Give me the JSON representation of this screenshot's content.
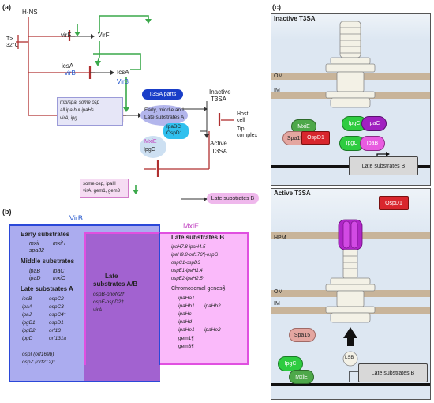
{
  "panel_a": {
    "label": "(a)",
    "hns": "H-NS",
    "temp": "T>\n32°C",
    "virF_gene": "virF",
    "virF_protein": "VirF",
    "icsA_gene": "icsA",
    "virB_gene": "virB",
    "icsA_protein": "IcsA",
    "virB_protein": "VirB",
    "genes_box": [
      "mxi/spa, some osp",
      "all ipa but ipaHs",
      "virA, ipg"
    ],
    "t3sa_parts": "T3SA parts",
    "inactive_t3sa": [
      "Inactive",
      "T3SA"
    ],
    "host_cell": [
      "Host",
      "cell"
    ],
    "tip_complex": [
      "Tip",
      "complex"
    ],
    "substrates_a": [
      "Early, middle and",
      "Late substrates A"
    ],
    "ipab_ospd1": [
      "IpaBC",
      "OspD1"
    ],
    "mxie": "MxiE",
    "ipgc": "IpgC",
    "active_t3sa": [
      "Active",
      "T3SA"
    ],
    "osp_box": [
      "some osp, ipaH",
      "virA, gem1, gem3"
    ],
    "late_b": "Late substrates B"
  },
  "panel_b": {
    "label": "(b)",
    "virb_header": "VirB",
    "mxie_header": "MxiE",
    "early_title": "Early substrates",
    "early_items": [
      "mxiI",
      "mxiH",
      "spa32"
    ],
    "middle_title": "Middle substrates",
    "middle_items": [
      "ipaB",
      "ipaC",
      "ipaD",
      "mxiC"
    ],
    "late_a_title": "Late substrates A",
    "late_a_items": [
      "icsB",
      "ospC2",
      "ipaA",
      "ospC3",
      "ipaJ",
      "ospC4*",
      "ipgB1",
      "ospD1",
      "ipgB2",
      "orf13",
      "ipgD",
      "orf131a"
    ],
    "late_a_extra": [
      "ospI (orf169b)",
      "ospZ (orf212)*"
    ],
    "late_ab_title": [
      "Late",
      "substrates A/B"
    ],
    "late_ab_items": [
      "ospB-phoN2†",
      "ospF-ospD2‡",
      "virA"
    ],
    "late_b_title": "Late substrates B",
    "late_b_items": [
      "ipaH7.8-ipaH4.5",
      "ipaH9.8-orf176¶-ospG",
      "ospC1-ospD3",
      "ospE1-ipaH1.4",
      "ospE2-ipaH2.5*"
    ],
    "chrom_title": "Chromosomal genes§",
    "chrom_items": [
      "ipaHa1",
      "ipaHb1",
      "ipaHb2",
      "ipaHc",
      "ipaHd",
      "ipaHe1",
      "ipaHe2",
      "gem1¶",
      "gem3¶"
    ]
  },
  "panel_c": {
    "label": "(c)",
    "inactive_title": "Inactive T3SA",
    "om": "OM",
    "im": "IM",
    "mxie": "MxiE",
    "ipgc": "IpgC",
    "ipac": "IpaC",
    "spa15": "Spa15",
    "ospd1": "OspD1",
    "ipab": "IpaB",
    "late_b": "Late substrates B",
    "active_title": "Active T3SA",
    "hpm": "HPM",
    "lsb": "LSB",
    "colors": {
      "mxie": "#4ea84a",
      "ipgc": "#2ecc40",
      "ipac": "#a020c0",
      "ospd1": "#d8262d",
      "ipab": "#e85be0",
      "spa15": "#e4a6a0",
      "membrane": "#c8b49a",
      "bg": "#dfe8f3"
    }
  }
}
